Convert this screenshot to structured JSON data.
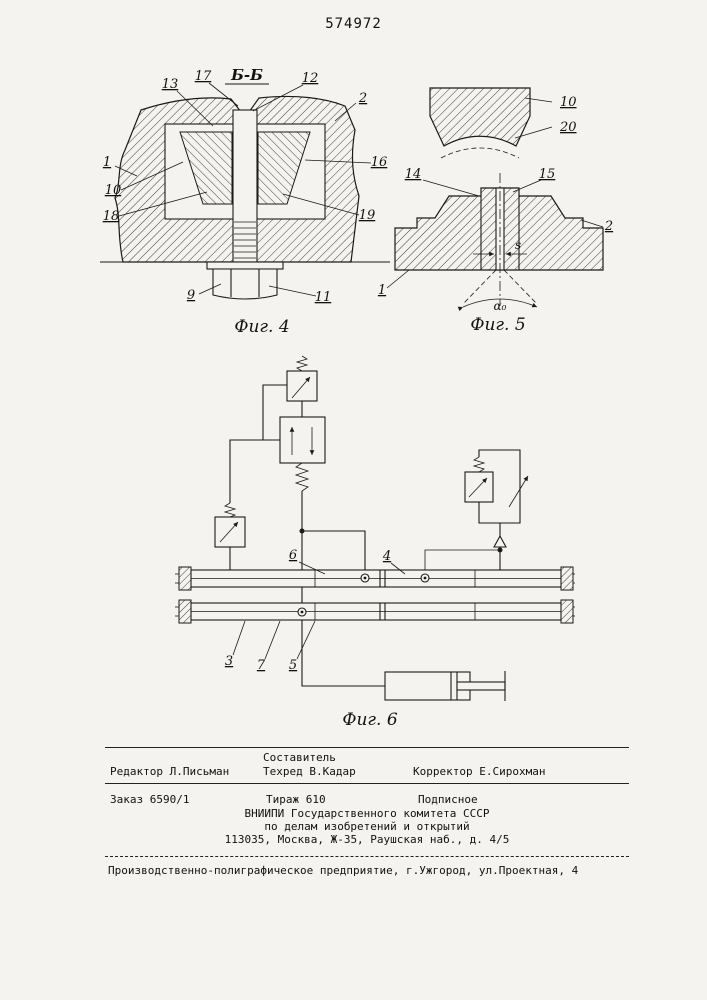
{
  "page": {
    "patent_number": "574972"
  },
  "fig4": {
    "section_label": "Б-Б",
    "caption": "Фиг. 4",
    "labels": {
      "n13": "13",
      "n17": "17",
      "n12": "12",
      "n2": "2",
      "n16": "16",
      "n19": "19",
      "n1": "1",
      "n10": "10",
      "n18": "18",
      "n9": "9",
      "n11": "11"
    }
  },
  "fig5": {
    "caption": "Фиг. 5",
    "labels": {
      "n10": "10",
      "n20": "20",
      "n14": "14",
      "n15": "15",
      "n2": "2",
      "n1": "1",
      "s": "s",
      "alpha0": "α₀"
    }
  },
  "fig6": {
    "caption": "Фиг. 6",
    "labels": {
      "n6": "6",
      "n4": "4",
      "n3": "3",
      "n7": "7",
      "n5": "5"
    }
  },
  "footer": {
    "compiler_heading": "Составитель",
    "editor": "Редактор Л.Письман",
    "techred": "Техред В.Кадар",
    "corrector": "Корректор Е.Сирохман",
    "order": "Заказ 6590/1",
    "tirazh": "Тираж 610",
    "podpisnoe": "Подписное",
    "org1": "ВНИИПИ Государственного комитета СССР",
    "org2": "по делам изобретений и открытий",
    "org3": "113035, Москва, Ж-35, Раушская наб., д. 4/5",
    "printer": "Производственно-полиграфическое предприятие, г.Ужгород, ул.Проектная, 4"
  }
}
